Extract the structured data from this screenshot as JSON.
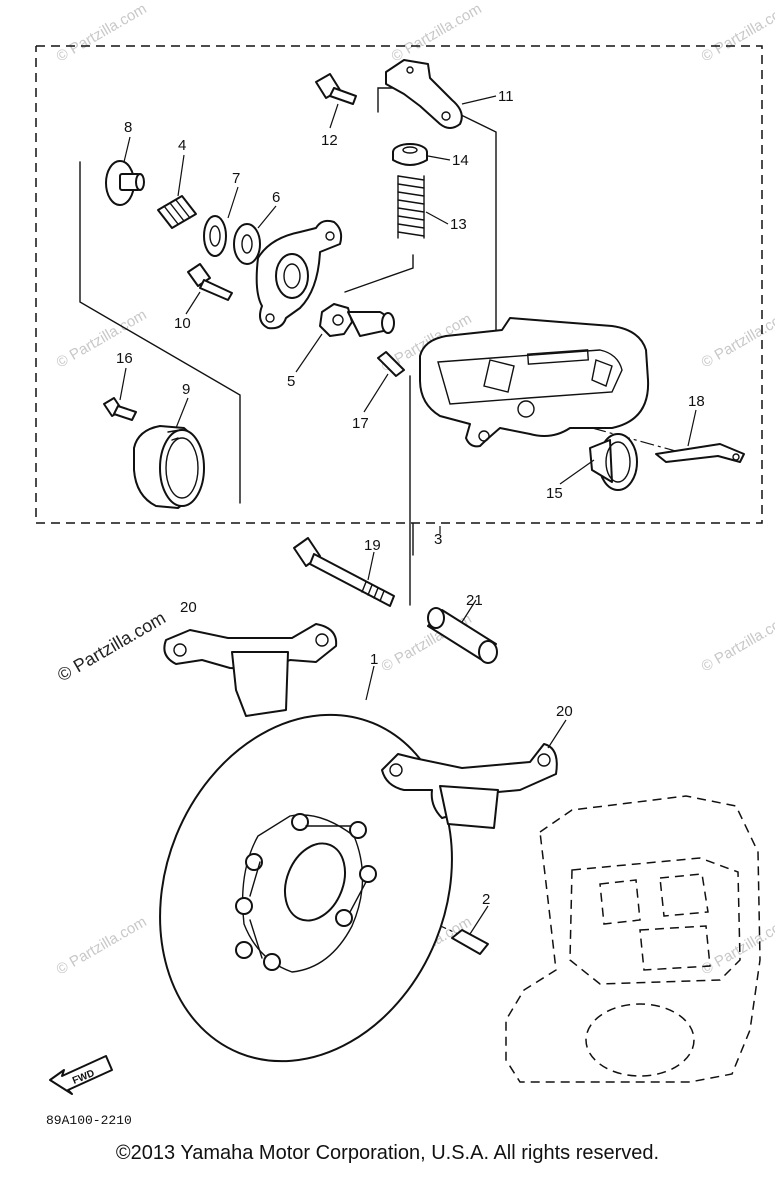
{
  "callouts": {
    "c1": "1",
    "c2": "2",
    "c3": "3",
    "c4": "4",
    "c5": "5",
    "c6": "6",
    "c7": "7",
    "c8": "8",
    "c9": "9",
    "c10": "10",
    "c11": "11",
    "c12": "12",
    "c13": "13",
    "c14": "14",
    "c15": "15",
    "c16": "16",
    "c17": "17",
    "c18": "18",
    "c19": "19",
    "c20a": "20",
    "c20b": "20",
    "c21": "21"
  },
  "watermark": {
    "text": "© Partzilla.com",
    "faint": "© Partzilla.com",
    "color_dark": "#222222",
    "color_faint": "#c8c8c8"
  },
  "fwd_label": "FWD",
  "figure_code": "89A100-2210",
  "copyright": "©2013 Yamaha Motor Corporation, U.S.A. All rights reserved."
}
